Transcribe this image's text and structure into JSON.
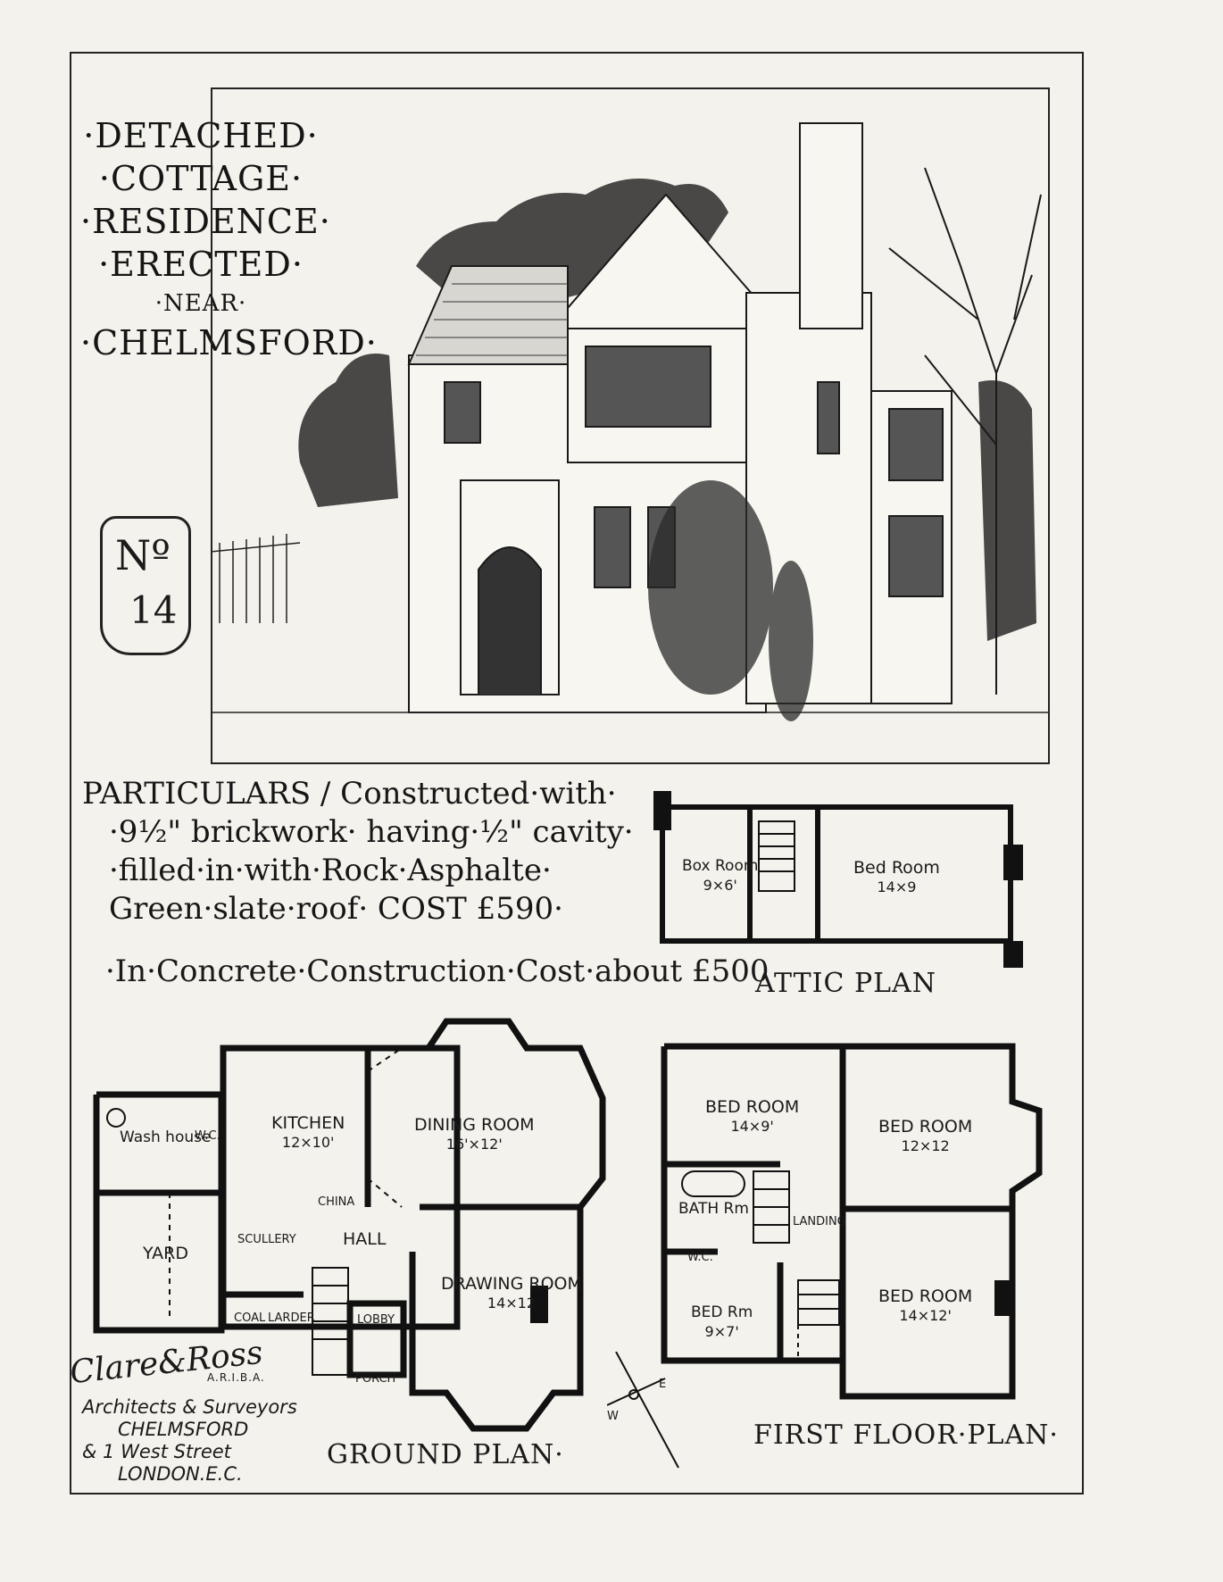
{
  "title": {
    "lines": [
      "·DETACHED·",
      "·COTTAGE·",
      "·RESIDENCE·",
      "·ERECTED·",
      "·NEAR·",
      "·CHELMSFORD·"
    ]
  },
  "plaque": {
    "prefix": "Nº",
    "number": "14"
  },
  "particulars": {
    "lines": [
      "PARTICULARS / Constructed·with·",
      "·9½\" brickwork· having·½\" cavity·",
      "·filled·in·with·Rock·Asphalte·",
      "Green·slate·roof· COST £590·"
    ],
    "concrete": "·In·Concrete·Construction·Cost·about £500"
  },
  "attic": {
    "label": "ATTIC PLAN",
    "rooms": [
      {
        "name": "Box Room",
        "dims": "9×6'"
      },
      {
        "name": "Bed Room",
        "dims": "14×9"
      }
    ]
  },
  "ground": {
    "label": "GROUND PLAN·",
    "rooms": {
      "wash": "Wash house",
      "wc": "W.C.",
      "kitchen": "KITCHEN",
      "kitchen_dims": "12×10'",
      "dining": "DINING ROOM",
      "dining_dims": "16'×12'",
      "china": "CHINA",
      "yard": "YARD",
      "scullery": "SCULLERY",
      "hall": "HALL",
      "drawing": "DRAWING ROOM",
      "drawing_dims": "14×12",
      "coal": "COAL",
      "larder": "LARDER",
      "lobby": "LOBBY",
      "porch": "PORCH"
    }
  },
  "first": {
    "label": "FIRST FLOOR·PLAN·",
    "rooms": {
      "bed1": "BED ROOM",
      "bed1_dims": "14×9'",
      "bed2": "BED ROOM",
      "bed2_dims": "12×12",
      "bath": "BATH Rm",
      "landing": "LANDING",
      "wc": "W.C.",
      "bed3": "BED Rm",
      "bed3_dims": "9×7'",
      "bed4": "BED ROOM",
      "bed4_dims": "14×12'"
    }
  },
  "compass": {
    "w": "W",
    "e": "E"
  },
  "footer": {
    "signature": "Clare&Ross",
    "qualification": "A.R.I.B.A.",
    "lines": [
      "Architects & Surveyors",
      "CHELMSFORD",
      "& 1 West Street",
      "LONDON.E.C."
    ]
  }
}
